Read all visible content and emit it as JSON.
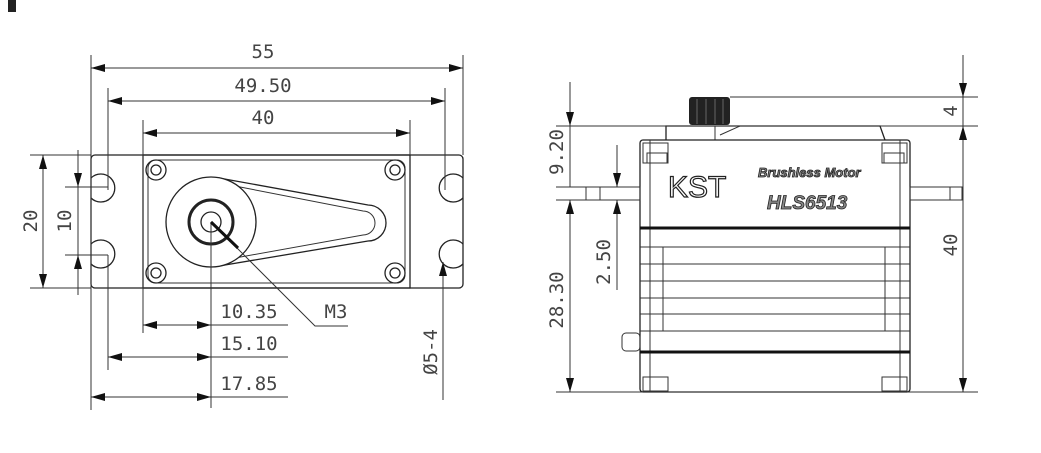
{
  "front_view": {
    "dims": {
      "overall_width": "55",
      "hole_spacing": "49.50",
      "body_width": "40",
      "flange_height": "20",
      "hole_vertical_spacing": "10",
      "shaft_from_body": "10.35",
      "shaft_from_hole": "15.10",
      "shaft_from_edge": "17.85",
      "screw_thread": "M3",
      "hole_diameter": "Ø5-4"
    }
  },
  "side_view": {
    "dims": {
      "top_to_flange": "9.20",
      "flange_thickness": "2.50",
      "flange_to_bottom": "28.30",
      "spline_height": "4",
      "body_height": "40"
    },
    "labels": {
      "logo": "KST",
      "subtitle": "Brushless Motor",
      "model": "HLS6513"
    }
  }
}
